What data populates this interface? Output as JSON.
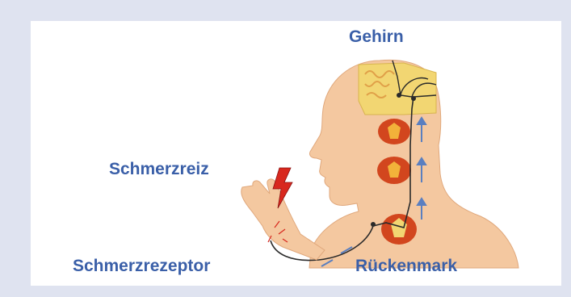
{
  "labels": {
    "brain": "Gehirn",
    "pain_stimulus": "Schmerzreiz",
    "pain_receptor": "Schmerzrezeptor",
    "spinal_cord": "Rückenmark"
  },
  "colors": {
    "background": "#dfe3f0",
    "panel": "#ffffff",
    "label": "#3a5fa8",
    "skin": "#f4c8a0",
    "brain": "#f2d672",
    "spinal_segment": "#d2461e",
    "nerve": "#2a2a2a",
    "arrow": "#5a7fc0",
    "lightning": "#d8281e"
  },
  "icons": {
    "stimulus": "lightning-bolt-icon"
  }
}
